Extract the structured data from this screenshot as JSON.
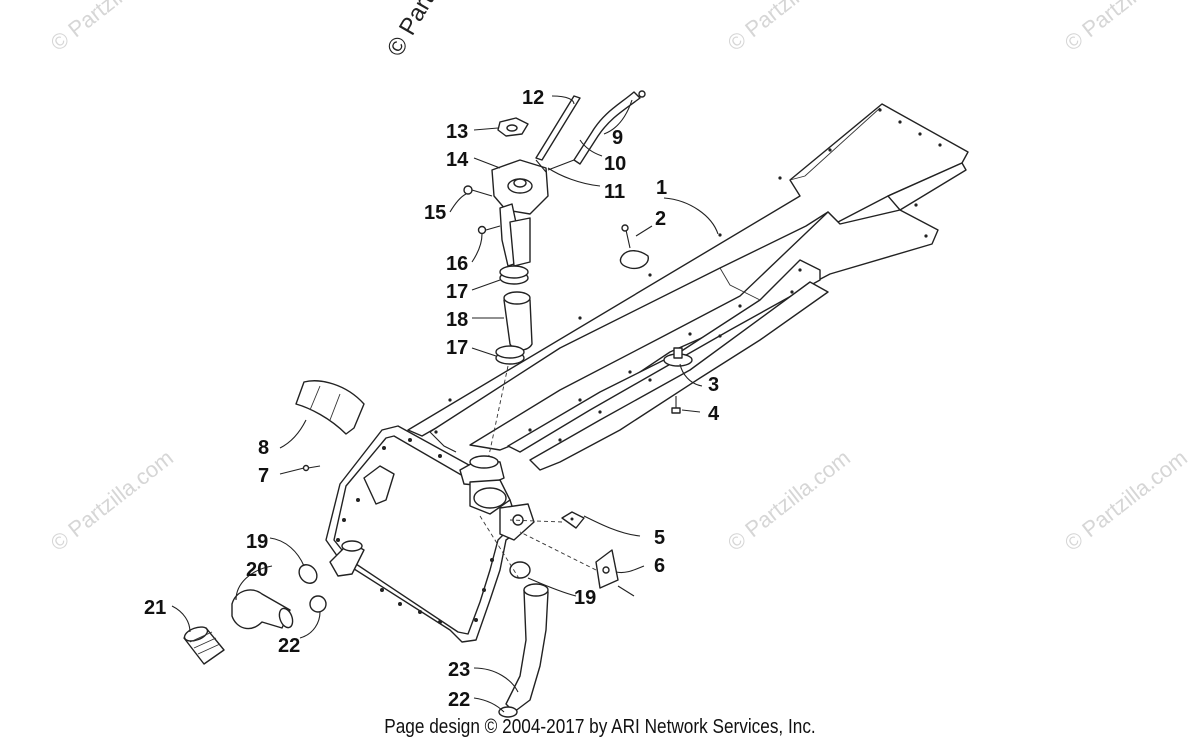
{
  "watermark": {
    "text": "© Partzilla.com",
    "top_text": "© Partzilla.com"
  },
  "callouts": {
    "c1": "1",
    "c2": "2",
    "c3": "3",
    "c4": "4",
    "c5": "5",
    "c6": "6",
    "c7": "7",
    "c8": "8",
    "c9": "9",
    "c10": "10",
    "c11": "11",
    "c12": "12",
    "c13": "13",
    "c14": "14",
    "c15": "15",
    "c16": "16",
    "c17a": "17",
    "c17b": "17",
    "c18": "18",
    "c19a": "19",
    "c19b": "19",
    "c20": "20",
    "c21": "21",
    "c22a": "22",
    "c22b": "22",
    "c23": "23"
  },
  "footer": {
    "text": "Page design © 2004-2017 by ARI Network Services, Inc."
  }
}
